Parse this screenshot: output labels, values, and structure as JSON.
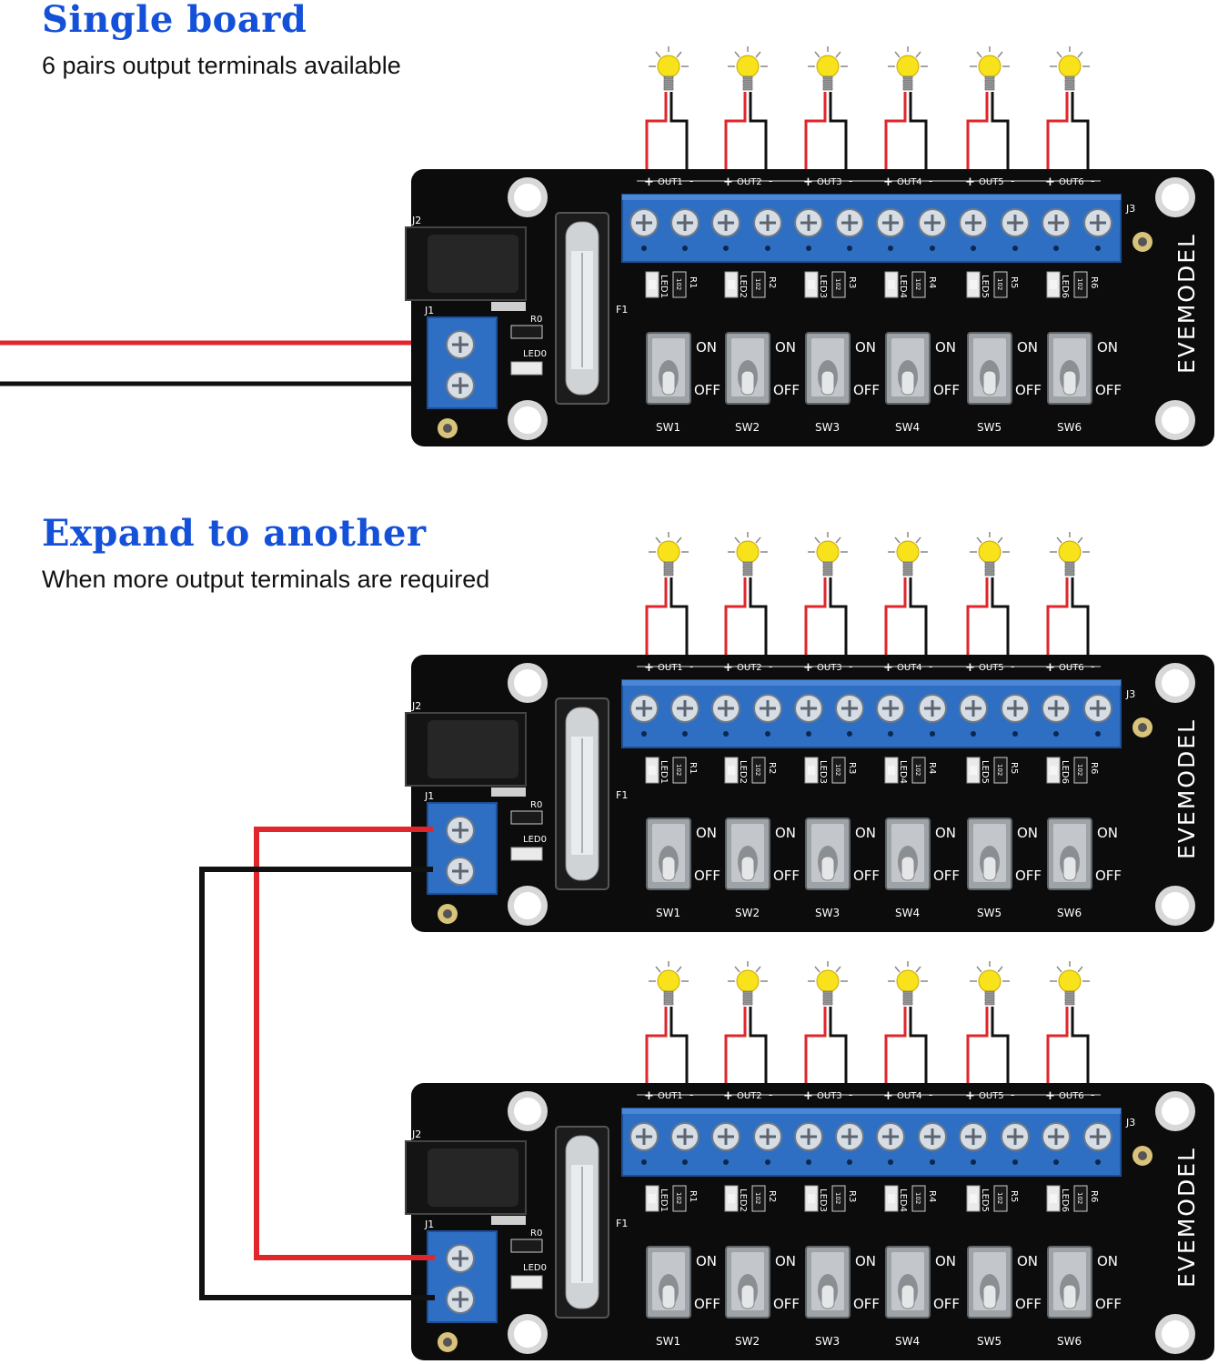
{
  "section_single": {
    "title": "Single board",
    "subtitle": "6 pairs output terminals available"
  },
  "section_expand": {
    "title": "Expand to another",
    "subtitle": "When more output terminals are required"
  },
  "board": {
    "brand": "EVEMODEL",
    "output_labels": [
      "OUT1",
      "OUT2",
      "OUT3",
      "OUT4",
      "OUT5",
      "OUT6"
    ],
    "switch_labels": [
      "SW1",
      "SW2",
      "SW3",
      "SW4",
      "SW5",
      "SW6"
    ],
    "led_labels": [
      "LED1",
      "LED2",
      "LED3",
      "LED4",
      "LED5",
      "LED6"
    ],
    "resistor_labels": [
      "R1",
      "R2",
      "R3",
      "R4",
      "R5",
      "R6"
    ],
    "resistor_code": "102",
    "on_label": "ON",
    "off_label": "OFF",
    "fuse_label": "F1",
    "dc_jack_label": "J2",
    "input_terminal_label": "J1",
    "output_terminal_label": "J3",
    "power_resistor_label": "R0",
    "power_led_label": "LED0"
  },
  "boards_shown": 3,
  "colors": {
    "heading": "#1550d8",
    "pcb": "#0c0c0c",
    "terminal_block": "#2e6fc4",
    "positive_wire": "#e0262b",
    "negative_wire": "#111111",
    "bulb": "#f7e21c"
  }
}
